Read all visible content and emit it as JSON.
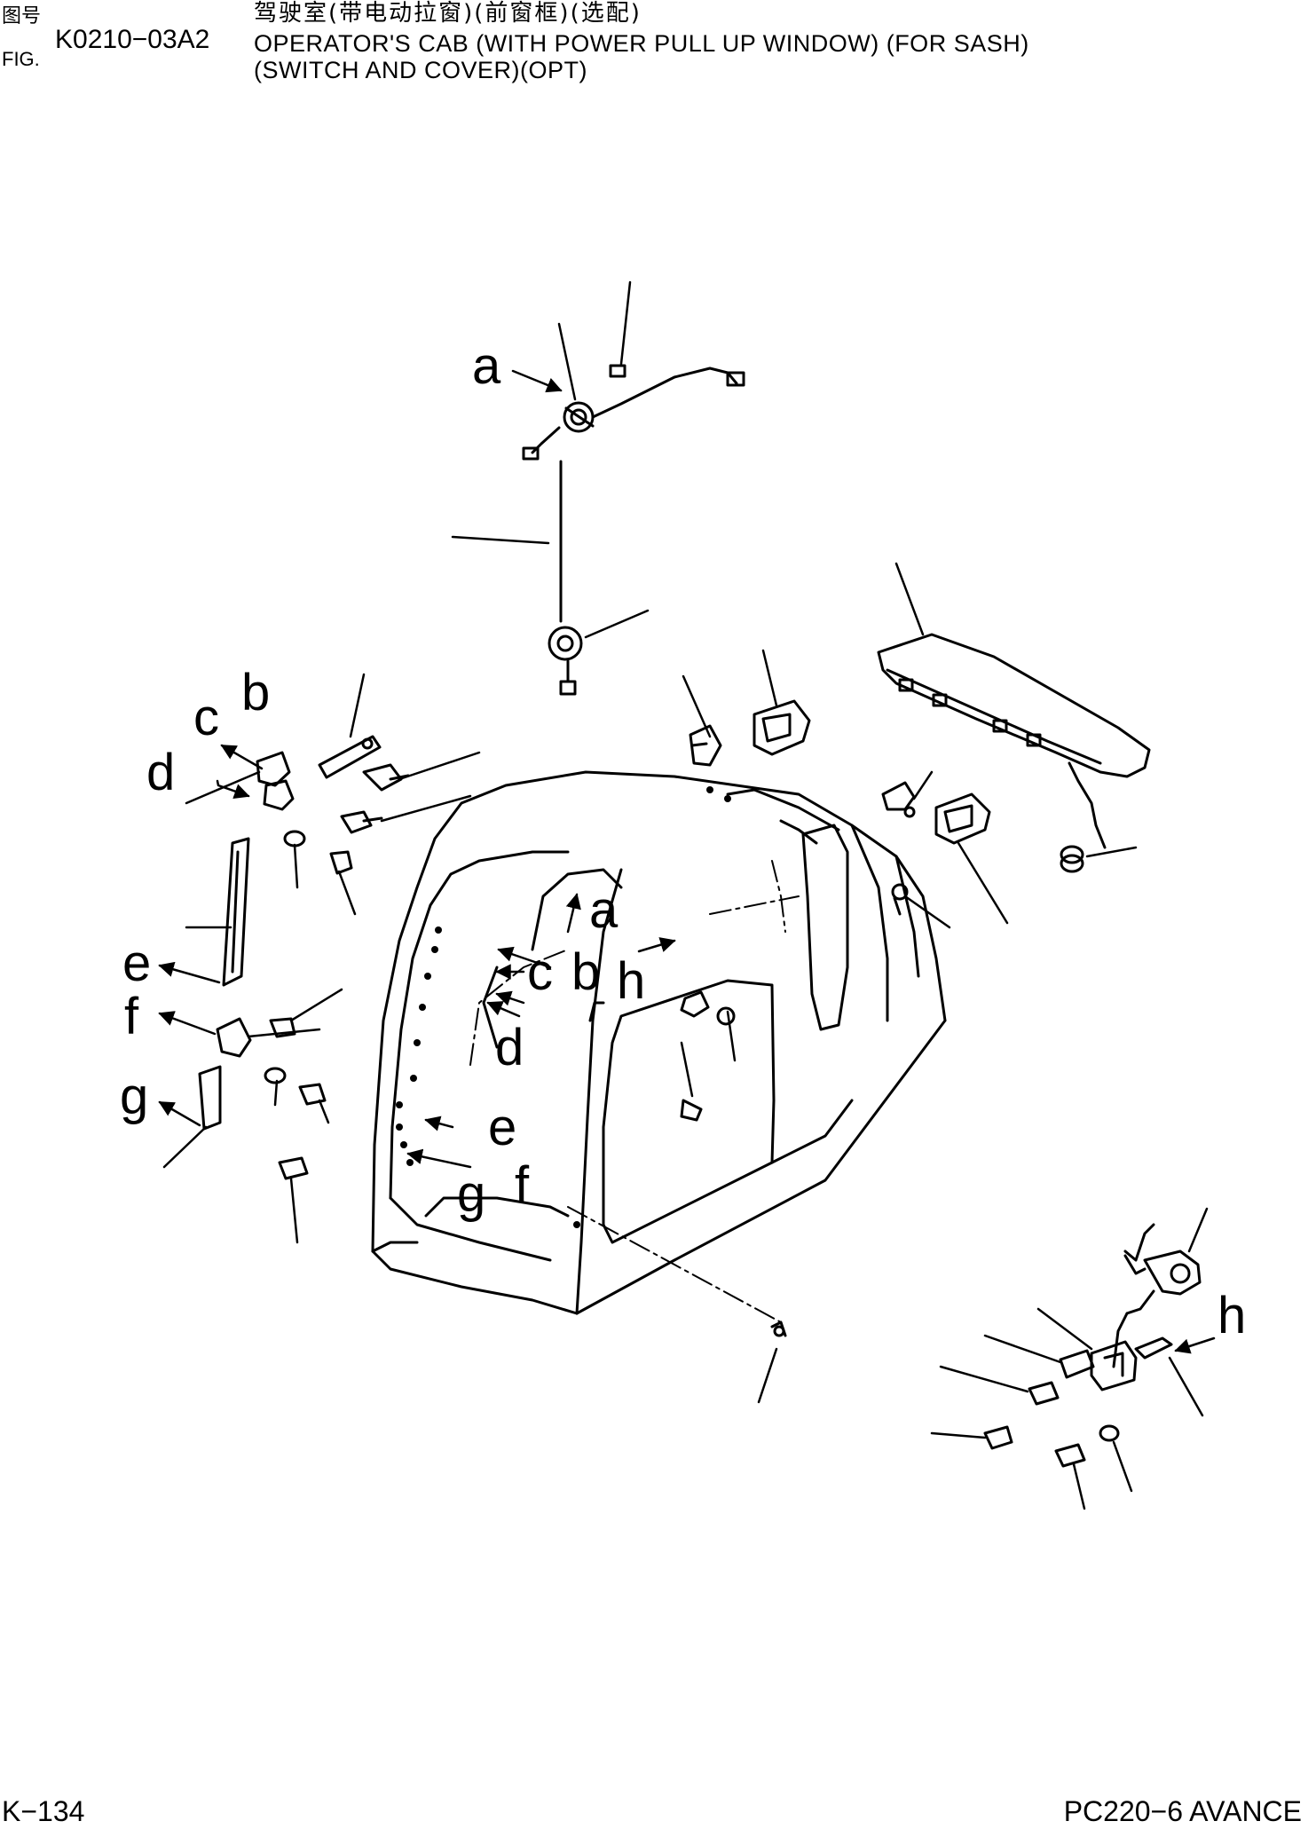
{
  "header": {
    "fig_cn": "图号",
    "fig_en": "FIG.",
    "fig_code": "K0210−03A2",
    "title_cn": "驾驶室(带电动拉窗)(前窗框)(选配)",
    "title_en_line1": "OPERATOR'S CAB (WITH POWER PULL UP WINDOW) (FOR SASH)",
    "title_en_line2": "(SWITCH AND COVER)(OPT)"
  },
  "footer": {
    "page_number": "K−134",
    "model": "PC220−6 AVANCE"
  },
  "callouts": {
    "a": "a",
    "b": "b",
    "c": "c",
    "d": "d",
    "e": "e",
    "f": "f",
    "g": "g",
    "h": "h"
  }
}
